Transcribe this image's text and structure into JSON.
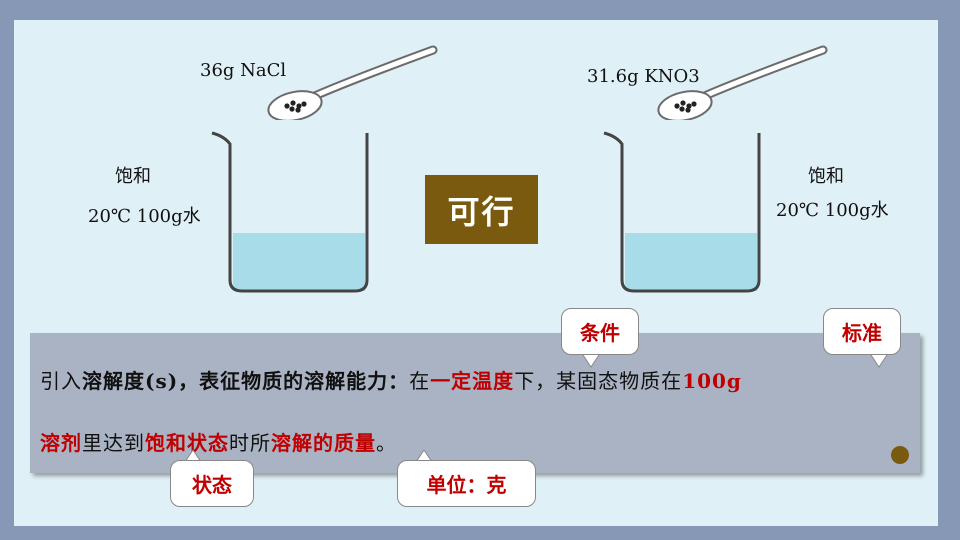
{
  "left": {
    "solute_label": "36g NaCl",
    "state_label": "饱和",
    "condition_label": "20℃ 100g水"
  },
  "right": {
    "solute_label": "31.6g KNO3",
    "state_label": "饱和",
    "condition_label": "20℃ 100g水"
  },
  "center_badge": "可行",
  "definition": {
    "line1": [
      {
        "text": "引入",
        "style": "normal"
      },
      {
        "text": "溶解度(s)，表征物质的溶解能力：",
        "style": "bold"
      },
      {
        "text": "在",
        "style": "normal"
      },
      {
        "text": "一定温度",
        "style": "red"
      },
      {
        "text": "下，某固态物质在",
        "style": "normal"
      },
      {
        "text": "100g",
        "style": "red"
      }
    ],
    "line2": [
      {
        "text": "溶剂",
        "style": "red"
      },
      {
        "text": "里达到",
        "style": "normal"
      },
      {
        "text": "饱和状态",
        "style": "red"
      },
      {
        "text": "时所",
        "style": "normal"
      },
      {
        "text": "溶解的质量",
        "style": "red"
      },
      {
        "text": "。",
        "style": "normal"
      }
    ]
  },
  "callouts": {
    "condition": "条件",
    "standard": "标准",
    "state": "状态",
    "unit": "单位：克"
  },
  "colors": {
    "background": "#8698b5",
    "slide": "#dff0f6",
    "definition_box": "#aab3c4",
    "badge": "#7a5a0f",
    "highlight": "#c00000",
    "water": "#a9dce9"
  }
}
